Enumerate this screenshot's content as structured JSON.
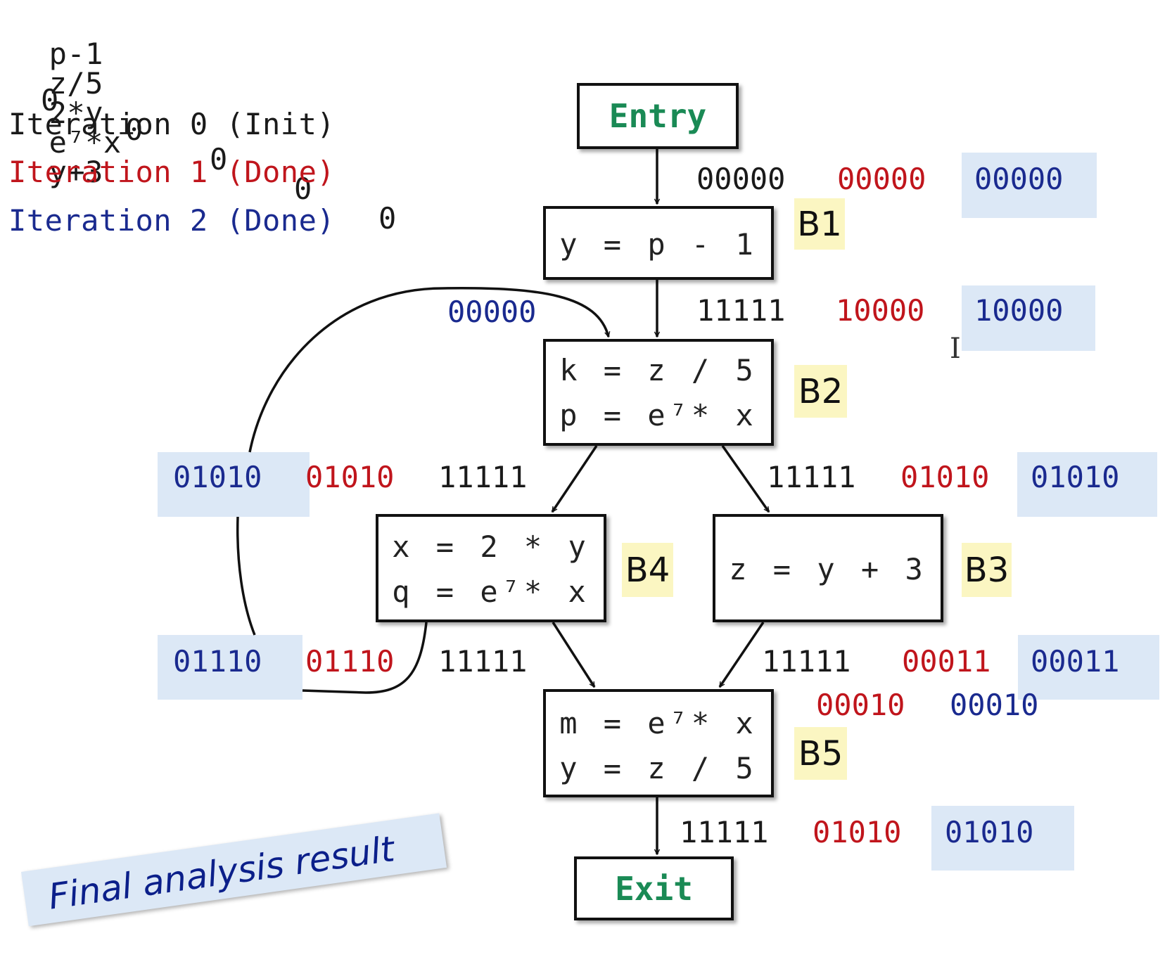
{
  "legend": {
    "expressions": [
      "p-1",
      "z/5",
      "2*y",
      "e⁷*x",
      "y+3"
    ],
    "init_bits": [
      "0",
      "0",
      "0",
      "0",
      "0"
    ],
    "iterations": [
      {
        "label": "Iteration 0 (Init)",
        "color": "#1a1a1a"
      },
      {
        "label": "Iteration 1 (Done)",
        "color": "#c0151c"
      },
      {
        "label": "Iteration 2 (Done)",
        "color": "#1a2a8f"
      }
    ]
  },
  "nodes": {
    "entry": {
      "label": "Entry"
    },
    "exit": {
      "label": "Exit"
    },
    "b1": {
      "name": "B1",
      "stmts": [
        "y = p - 1"
      ]
    },
    "b2": {
      "name": "B2",
      "stmts": [
        "k = z / 5",
        "p = e⁷* x"
      ]
    },
    "b3": {
      "name": "B3",
      "stmts": [
        "z = y + 3"
      ]
    },
    "b4": {
      "name": "B4",
      "stmts": [
        "x = 2 * y",
        "q = e⁷* x"
      ]
    },
    "b5": {
      "name": "B5",
      "stmts": [
        "m = e⁷* x",
        "y = z / 5"
      ]
    }
  },
  "edge_values": {
    "entry_b1": {
      "iter0": "00000",
      "iter1": "00000",
      "iter2": "00000"
    },
    "b1_b2": {
      "iter0": "11111",
      "iter1": "10000",
      "iter2": "10000"
    },
    "back_edge_b2": {
      "iter2": "00000"
    },
    "b2_b4": {
      "iter0": "11111",
      "iter1": "01010",
      "iter2": "01010"
    },
    "b2_b3": {
      "iter0": "11111",
      "iter1": "01010",
      "iter2": "01010"
    },
    "b4_out": {
      "iter0": "11111",
      "iter1": "01110",
      "iter2": "01110"
    },
    "b3_b5": {
      "iter0": "11111",
      "iter1": "00011",
      "iter2": "00011"
    },
    "b5_in": {
      "iter1": "00010",
      "iter2": "00010"
    },
    "b5_exit": {
      "iter0": "11111",
      "iter1": "01010",
      "iter2": "01010"
    }
  },
  "colors": {
    "iter0": "#1a1a1a",
    "iter1": "#c0151c",
    "iter2": "#1a2a8f",
    "terminal": "#1a8a55",
    "final_highlight": "#dce8f6",
    "block_label_bg": "#fbf6c2"
  },
  "annotation": {
    "text": "Final analysis result"
  }
}
